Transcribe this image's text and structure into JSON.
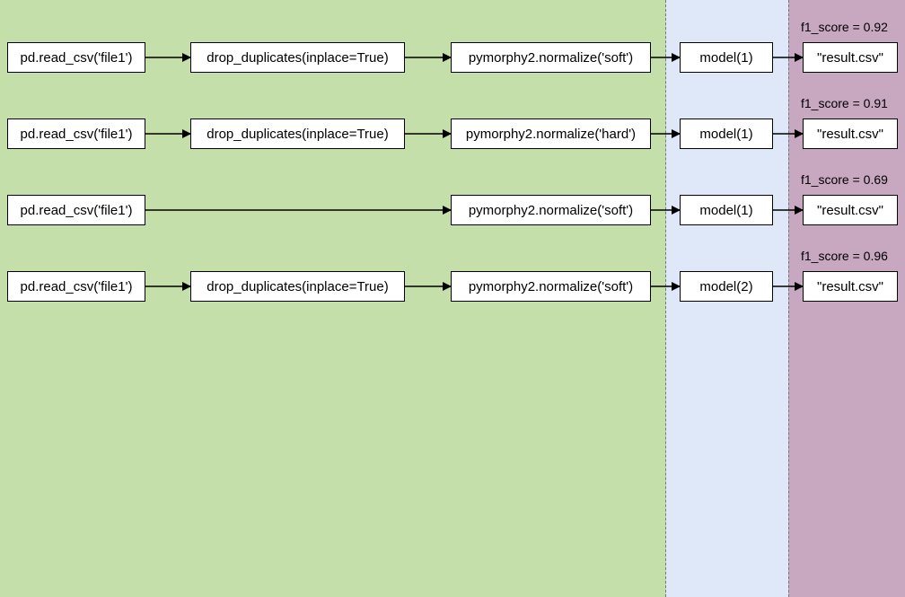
{
  "colors": {
    "preprocessing_zone": "#c4dfaa",
    "model_zone": "#dee8f9",
    "output_zone": "#c8a7c1"
  },
  "pipelines": [
    {
      "read": "pd.read_csv('file1')",
      "dedupe": "drop_duplicates(inplace=True)",
      "normalize": "pymorphy2.normalize('soft')",
      "model": "model(1)",
      "result": "\"result.csv\"",
      "score": "f1_score = 0.92"
    },
    {
      "read": "pd.read_csv('file1')",
      "dedupe": "drop_duplicates(inplace=True)",
      "normalize": "pymorphy2.normalize('hard')",
      "model": "model(1)",
      "result": "\"result.csv\"",
      "score": "f1_score = 0.91"
    },
    {
      "read": "pd.read_csv('file1')",
      "normalize": "pymorphy2.normalize('soft')",
      "model": "model(1)",
      "result": "\"result.csv\"",
      "score": "f1_score = 0.69"
    },
    {
      "read": "pd.read_csv('file1')",
      "dedupe": "drop_duplicates(inplace=True)",
      "normalize": "pymorphy2.normalize('soft')",
      "model": "model(2)",
      "result": "\"result.csv\"",
      "score": "f1_score = 0.96"
    }
  ]
}
